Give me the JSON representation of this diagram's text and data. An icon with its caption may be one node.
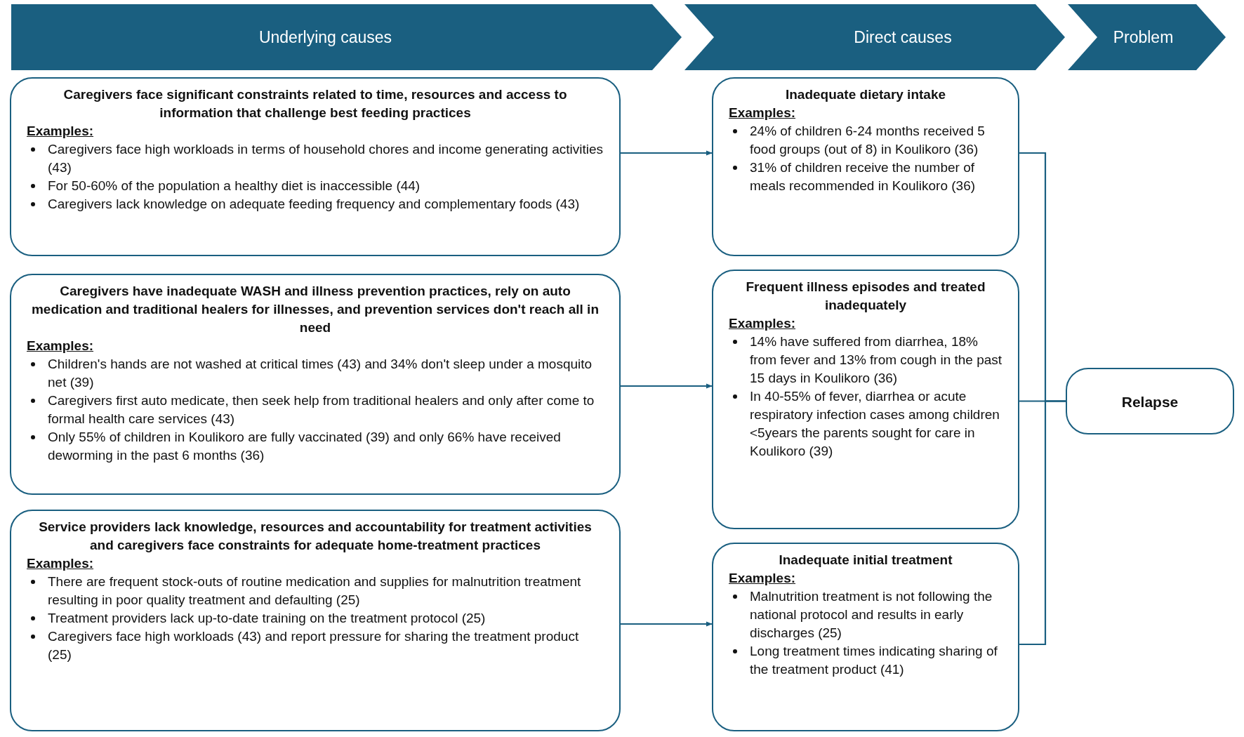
{
  "diagram": {
    "nodes": [
      {
        "text": [
          "Underlying causes"
        ]
      },
      {
        "text": [
          "Direct causes"
        ]
      },
      {
        "text": [
          "Problem"
        ]
      },
      {
        "text": [
          "Caregivers face significant constraints related to time, resources and access to information that challenge best feeding practices",
          "Examples:",
          "Caregivers face high workloads in terms of household chores and income generating activities (43)",
          "For 50-60% of the population a healthy diet is inaccessible (44)",
          "Caregivers lack knowledge on adequate feeding frequency and complementary foods (43)"
        ]
      },
      {
        "text": [
          "Caregivers have inadequate WASH and illness prevention practices, rely on auto medication and traditional healers for illnesses, and prevention services don't reach all in need",
          "Examples:",
          "Children's hands are not washed at critical times (43) and 34% don't sleep under a mosquito net (39)",
          "Caregivers first auto medicate, then seek help from traditional healers and only after come to formal health care services (43)",
          "Only 55% of children in Koulikoro are fully vaccinated (39) and only 66% have received deworming in the past 6 months (36)"
        ]
      },
      {
        "text": [
          "Service providers lack knowledge, resources and accountability for treatment activities and caregivers face constraints for adequate home-treatment practices",
          "Examples:",
          "There are frequent stock-outs of routine medication and supplies for malnutrition treatment resulting in poor quality treatment and defaulting (25)",
          "Treatment providers lack up-to-date training on the treatment protocol (25)",
          "Caregivers face high workloads (43) and report pressure for sharing the treatment product (25)"
        ]
      },
      {
        "text": [
          "Inadequate dietary intake",
          "Examples:",
          "24% of children 6-24 months received 5 food groups (out of 8) in Koulikoro (36)",
          "31% of children receive the number of meals recommended in Koulikoro (36)"
        ]
      },
      {
        "text": [
          "Frequent illness episodes and treated inadequately",
          "Examples:",
          "14% have suffered from diarrhea, 18% from fever and 13% from cough in the past 15 days in Koulikoro (36)",
          "In 40-55% of fever, diarrhea or acute respiratory infection cases among children <5years the parents sought for care in Koulikoro (39)"
        ]
      },
      {
        "text": [
          "Inadequate initial treatment",
          "Examples:",
          "Malnutrition treatment is not following the national protocol and results in early discharges (25)",
          "Long treatment times indicating sharing of the treatment product (41)"
        ]
      },
      {
        "text": [
          "Relapse"
        ]
      }
    ],
    "edges": [
      {
        "from": 3,
        "to": 6,
        "arrow": "to"
      },
      {
        "from": 4,
        "to": 7,
        "arrow": "to"
      },
      {
        "from": 5,
        "to": 8,
        "arrow": "to"
      },
      {
        "from": 6,
        "to": 9,
        "arrow": "none"
      },
      {
        "from": 7,
        "to": 9,
        "arrow": "none"
      },
      {
        "from": 8,
        "to": 9,
        "arrow": "none"
      }
    ]
  }
}
